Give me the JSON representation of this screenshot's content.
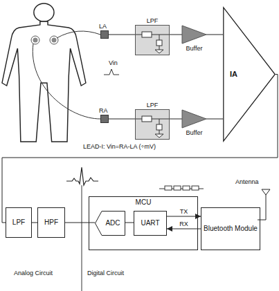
{
  "diagram": {
    "nodes": [
      {
        "text": [
          "LA"
        ]
      },
      {
        "text": [
          "LPF"
        ]
      },
      {
        "text": [
          "Buffer"
        ]
      },
      {
        "text": [
          "IA"
        ]
      },
      {
        "text": [
          "RA"
        ]
      },
      {
        "text": [
          "LPF"
        ]
      },
      {
        "text": [
          "Buffer"
        ]
      },
      {
        "text": [
          "LPF"
        ]
      },
      {
        "text": [
          "HPF"
        ]
      },
      {
        "text": [
          "MCU"
        ]
      },
      {
        "text": [
          "ADC"
        ],
        "in": 9
      },
      {
        "text": [
          "UART"
        ],
        "in": 9
      },
      {
        "text": [
          "Bluetooth Module"
        ]
      }
    ],
    "edges": [
      {
        "from": 0,
        "to": 1,
        "arrow": "none"
      },
      {
        "from": 1,
        "to": 2,
        "arrow": "none"
      },
      {
        "from": 2,
        "to": 3,
        "arrow": "none"
      },
      {
        "from": 3,
        "to": 7,
        "arrow": "none"
      },
      {
        "from": 4,
        "to": 5,
        "arrow": "none"
      },
      {
        "from": 5,
        "to": 6,
        "arrow": "none"
      },
      {
        "from": 6,
        "to": 3,
        "arrow": "none"
      },
      {
        "from": 7,
        "to": 8,
        "arrow": "none"
      },
      {
        "from": 8,
        "to": 10,
        "arrow": "none"
      },
      {
        "from": 10,
        "to": 11,
        "arrow": "none"
      },
      {
        "from": 11,
        "to": 12,
        "label": "TX",
        "arrow": "to"
      },
      {
        "from": 12,
        "to": 11,
        "label": "RX",
        "arrow": "to"
      }
    ],
    "labels": [
      "Vin",
      "LEAD-I: Vin=RA-LA (÷mV)",
      "Antenna",
      "Analog Circuit",
      "Digital Circuit"
    ]
  }
}
